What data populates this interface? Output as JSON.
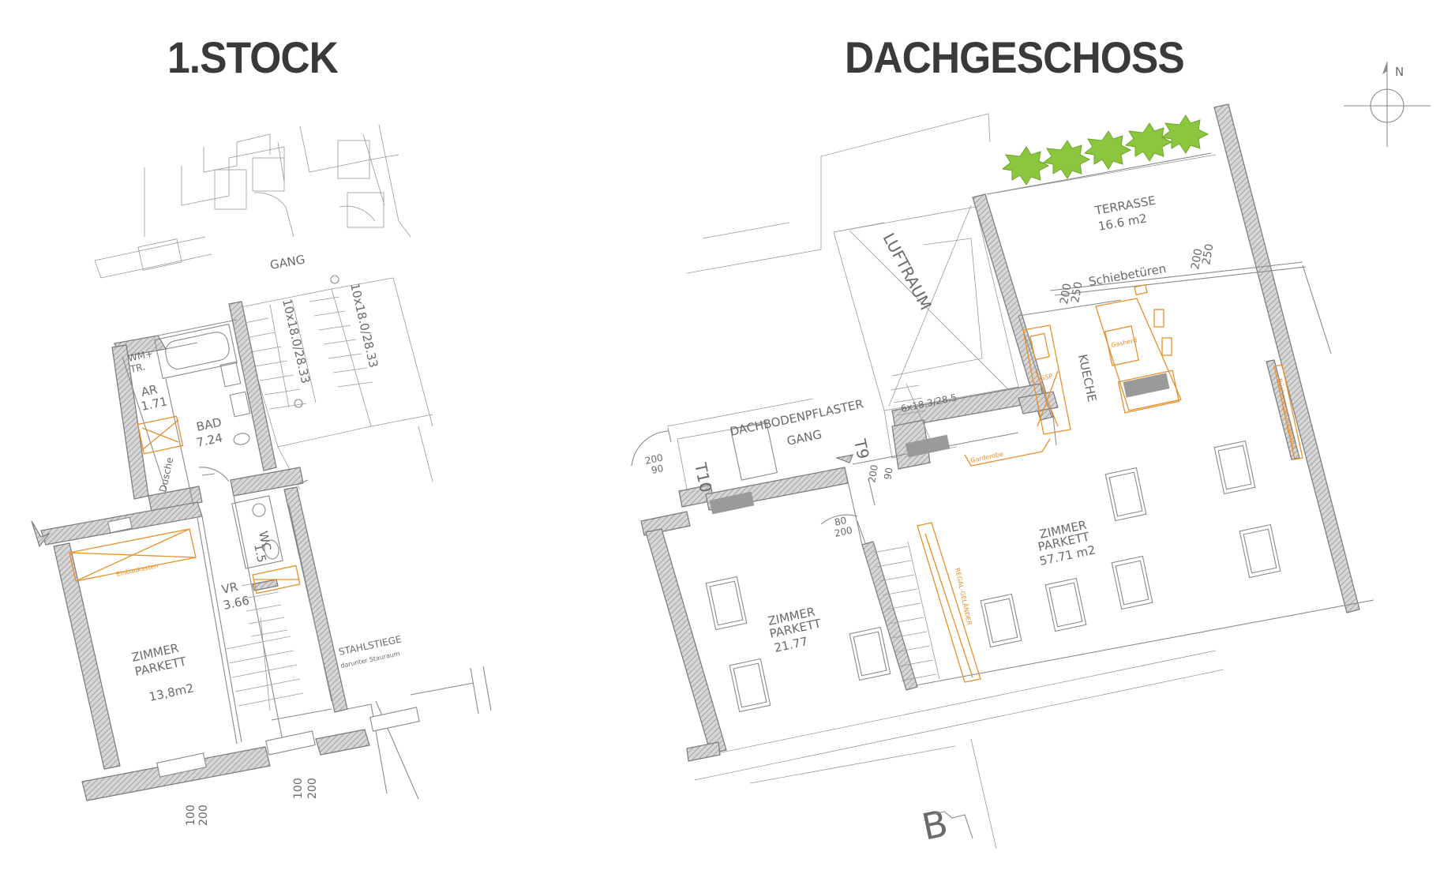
{
  "titles": {
    "floor1": "1.STOCK",
    "attic": "DACHGESCHOSS"
  },
  "compass": {
    "north": "N",
    "icon": "compass-icon"
  },
  "section_marker": "B",
  "floor1": {
    "rooms": {
      "gang": "GANG",
      "wm_tr_1": "WM+",
      "wm_tr_2": "TR.",
      "ar_name": "AR",
      "ar_area": "1.71",
      "bad_name": "BAD",
      "bad_area": "7.24",
      "dusche": "Dusche",
      "wc_name": "WC",
      "wc_area": "1.5",
      "vr_name": "VR",
      "vr_area": "3.66",
      "zimmer_1": "ZIMMER",
      "zimmer_2": "PARKETT",
      "zimmer_area": "13,8m2",
      "stahlstiege": "STAHLSTIEGE",
      "stauraum": "darunter Stauraum",
      "einbaukasten": "Einbaukasten"
    },
    "stairs": {
      "stair_a": "10x18.0/28.33",
      "stair_b": "10x18.0/28.33"
    },
    "dims": {
      "d100a": "100",
      "d200a": "200",
      "d100b": "100",
      "d200b": "200"
    }
  },
  "attic": {
    "rooms": {
      "terrasse_name": "TERRASSE",
      "terrasse_area": "16.6  m2",
      "schiebetueren": "Schiebetüren",
      "luftraum": "LUFTRAUM",
      "kueche": "KUECHE",
      "gsp": "GSP",
      "gasherd": "Gasherd",
      "dachbodenpflaster": "DACHBODENPFLASTER",
      "gang": "GANG",
      "stair": "6x18.3/28.5",
      "garderobe": "Garderobe",
      "buecherregal": "Bücherregal eingebaut",
      "regal_gelaender": "REGAL-GELÄNDER",
      "zimmer_big_1": "ZIMMER",
      "zimmer_big_2": "PARKETT",
      "zimmer_big_area": "57.71  m2",
      "zimmer_small_1": "ZIMMER",
      "zimmer_small_2": "PARKETT",
      "zimmer_small_area": "21.77"
    },
    "door_tags": {
      "t9": "T9",
      "t10": "T10"
    },
    "dims": {
      "d250a": "250",
      "d200a": "200",
      "d250b": "250",
      "d200b": "200",
      "d90_200_a": "90",
      "d90_200_b": "200",
      "d80": "80",
      "d200c": "200",
      "d200d": "200",
      "d90": "90"
    }
  },
  "colors": {
    "walls": "#7a7a7a",
    "lines": "#8a8a8a",
    "furniture": "#e8902a",
    "trees": "#8cc63f",
    "title": "#3a3a3a"
  }
}
